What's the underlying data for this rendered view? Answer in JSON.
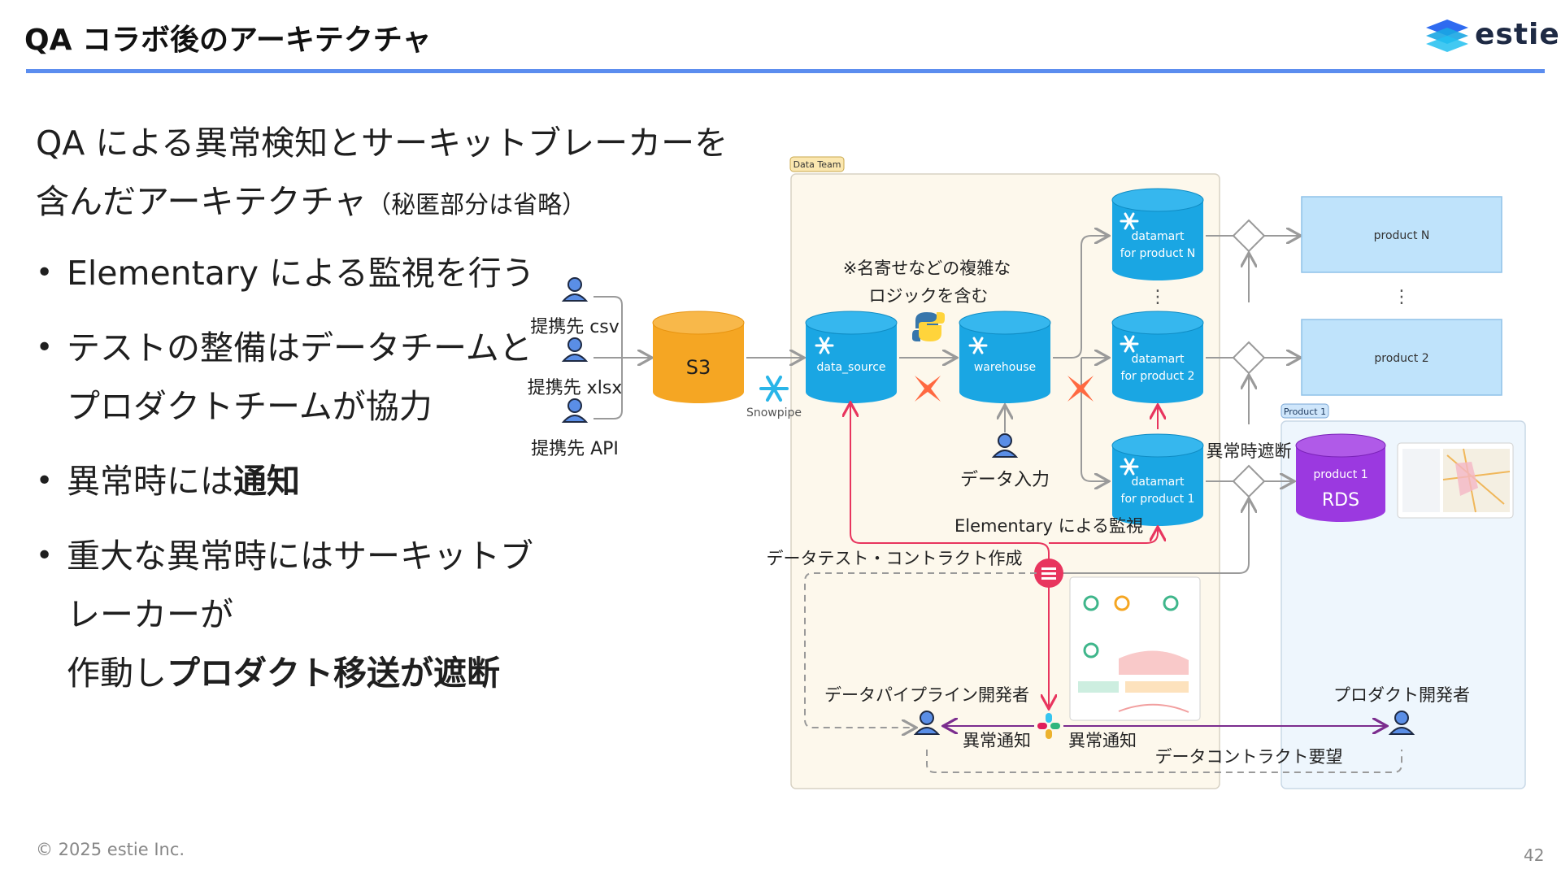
{
  "header": {
    "title": "QA コラボ後のアーキテクチャ",
    "logo_text": "estie"
  },
  "lead": {
    "line1": "QA による異常検知とサーキットブレーカーを",
    "line2": "含んだアーキテクチャ",
    "note": "（秘匿部分は省略）"
  },
  "bullets": [
    {
      "text": "Elementary による監視を行う"
    },
    {
      "line1": "テストの整備はデータチームと",
      "line2": "プロダクトチームが協力"
    },
    {
      "text": "異常時には",
      "bold": "通知"
    },
    {
      "line1": "重大な異常時にはサーキットブレーカーが",
      "line2_text": "作動し",
      "line2_bold": "プロダクト移送が遮断"
    }
  ],
  "diagram": {
    "groups": {
      "data_team": "Data Team",
      "product1": "Product 1"
    },
    "sources": [
      "提携先 csv",
      "提携先 xlsx",
      "提携先 API"
    ],
    "s3": "S3",
    "snowpipe": "Snowpipe",
    "data_source": "data_source",
    "warehouse": "warehouse",
    "complex_note_line1": "※名寄せなどの複雑な",
    "complex_note_line2": "ロジックを含む",
    "data_input": "データ入力",
    "datamart_n_l1": "datamart",
    "datamart_n_l2": "for product N",
    "datamart_2_l1": "datamart",
    "datamart_2_l2": "for product 2",
    "datamart_1_l1": "datamart",
    "datamart_1_l2": "for product 1",
    "vdots": "⋮",
    "product_n": "product N",
    "product_2": "product 2",
    "rds_top": "product 1",
    "rds_main": "RDS",
    "circuit_break": "異常時遮断",
    "elementary_monitor": "Elementary による監視",
    "data_test": "データテスト・コントラクト作成",
    "pipeline_dev": "データパイプライン開発者",
    "product_dev": "プロダクト開発者",
    "alert_left": "異常通知",
    "alert_right": "異常通知",
    "contract_request": "データコントラクト要望"
  },
  "colors": {
    "accent": "#5b8def",
    "cylinder_blue": "#1aa6e3",
    "s3_orange": "#f5a623",
    "rds_purple": "#9b39e0",
    "product_box": "#bfe3fb",
    "alert_red": "#e8355e",
    "notify_purple": "#7b2d8e"
  },
  "footer": {
    "copyright": "© 2025 estie Inc.",
    "page": "42"
  }
}
